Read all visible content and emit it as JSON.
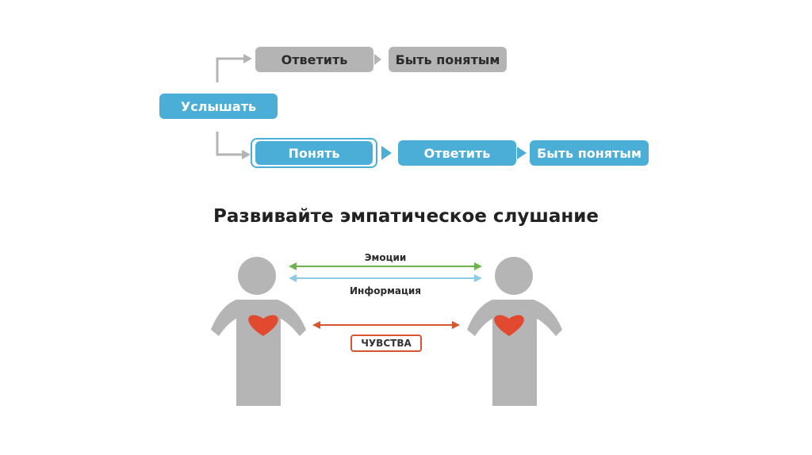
{
  "flow": {
    "start": "Услышать",
    "top_branch": [
      "Ответить",
      "Быть понятым"
    ],
    "bottom_branch": [
      "Понять",
      "Ответить",
      "Быть понятым"
    ]
  },
  "title": "Развивайте эмпатическое слушание",
  "channels": {
    "emotions": "Эмоции",
    "information": "Информация",
    "feelings": "ЧУВСТВА"
  },
  "colors": {
    "gray_box": "#b4b4b4",
    "blue_box": "#4aaed7",
    "figure": "#b5b5b5",
    "heart": "#e24a2f",
    "emotions_arrow": "#6db54c",
    "information_arrow": "#8ccbe6",
    "feelings_arrow": "#d9552e"
  }
}
